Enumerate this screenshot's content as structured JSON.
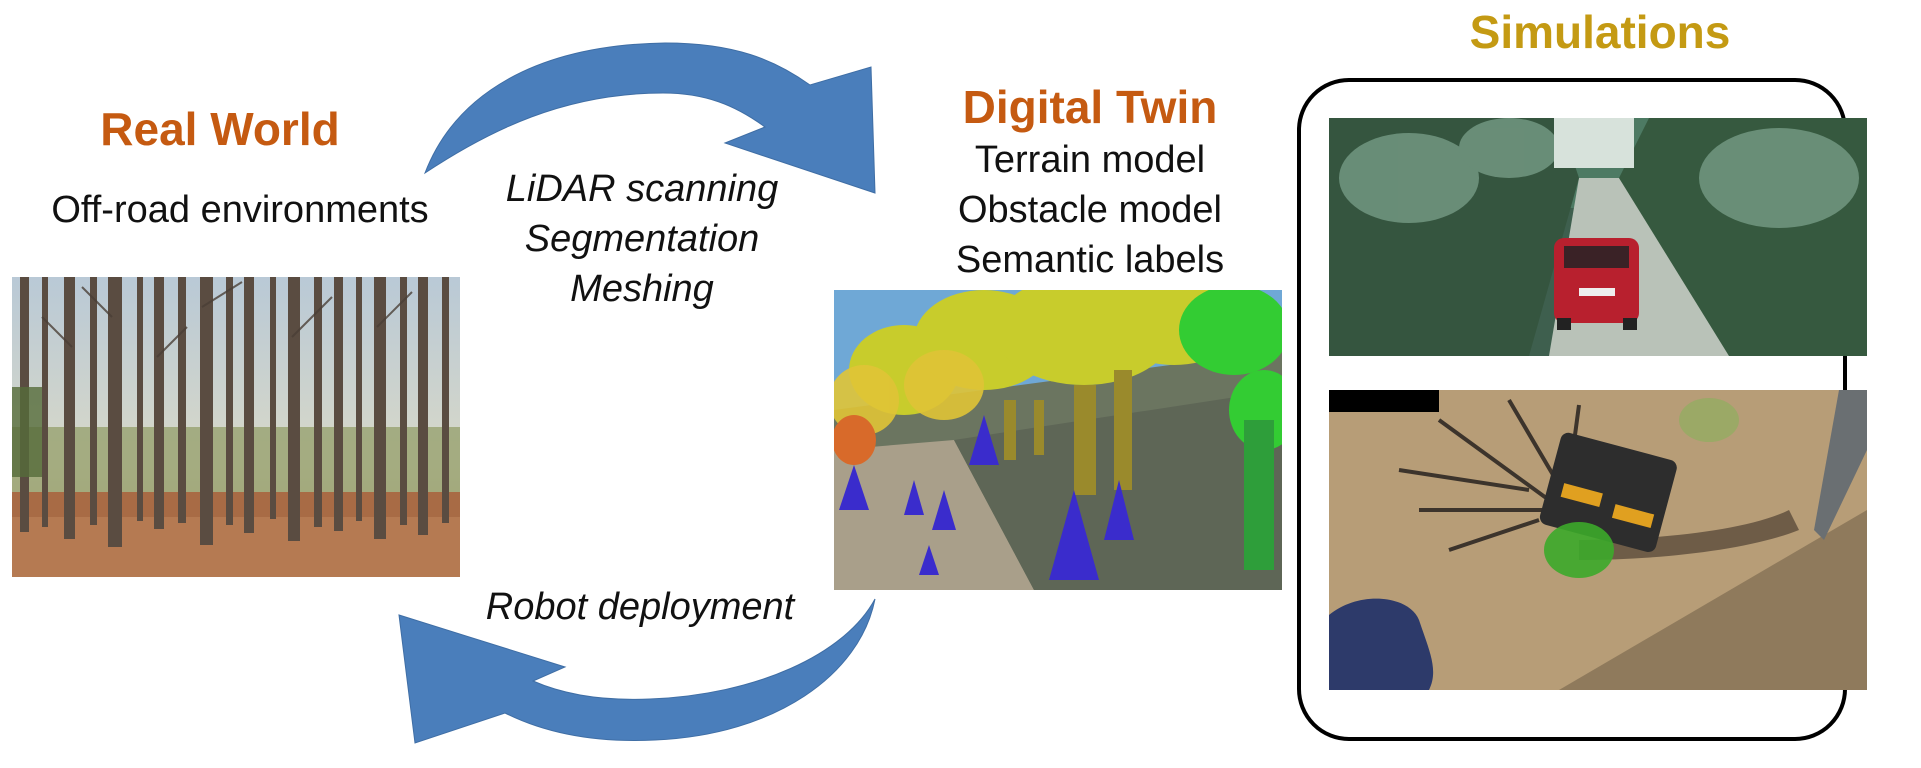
{
  "real_world": {
    "title": "Real World",
    "subtitle": "Off-road environments",
    "photo": "off-road-forest-photo"
  },
  "process_top": {
    "steps": [
      "LiDAR scanning",
      "Segmentation",
      "Meshing"
    ]
  },
  "process_bottom": {
    "label": "Robot deployment"
  },
  "digital_twin": {
    "title": "Digital Twin",
    "items": [
      "Terrain model",
      "Obstacle model",
      "Semantic labels"
    ],
    "render": "digital-twin-forest-render"
  },
  "simulations": {
    "title": "Simulations",
    "images": [
      "car-on-forest-road-simulation",
      "robot-vehicle-top-down-simulation"
    ]
  },
  "colors": {
    "real_world_title": "#c55a11",
    "digital_twin_title": "#c55a11",
    "simulations_title": "#c49a13",
    "arrow": "#4a7ebb"
  },
  "icons": [
    "curved-arrow-top-icon",
    "curved-arrow-bottom-icon"
  ]
}
